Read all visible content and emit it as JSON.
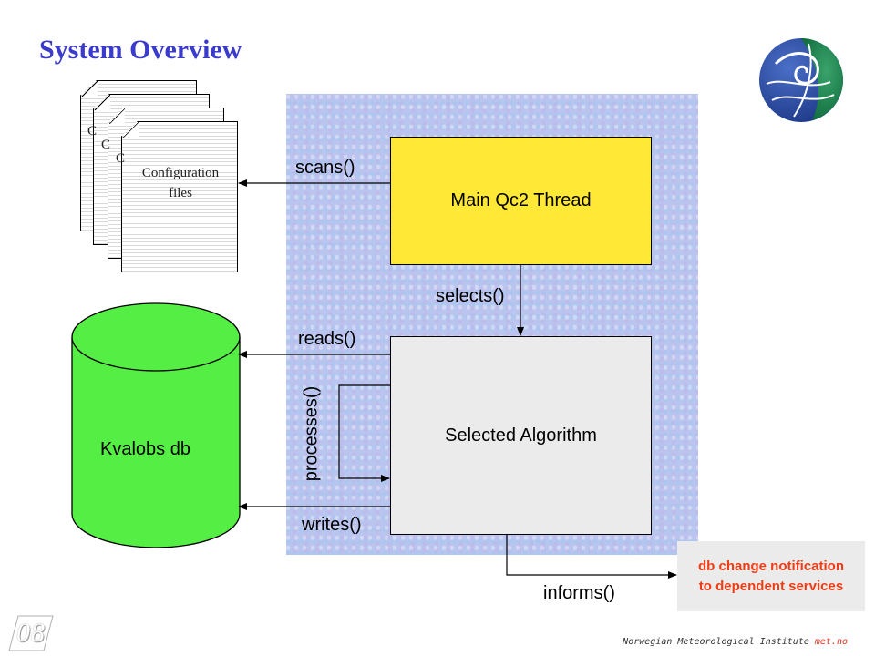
{
  "title": "System Overview",
  "config_files": {
    "label_line1": "Configuration",
    "label_line2": "files",
    "stack_count": 4,
    "peek_glyph": "C"
  },
  "database": {
    "label": "Kvalobs db",
    "color": "#55ee44"
  },
  "main_thread": {
    "label": "Main Qc2 Thread",
    "color": "#ffe936"
  },
  "algorithm": {
    "label": "Selected Algorithm",
    "color": "#ebebeb"
  },
  "edges": {
    "scans": "scans()",
    "selects": "selects()",
    "reads": "reads()",
    "processes": "processes()",
    "writes": "writes()",
    "informs": "informs()"
  },
  "notification": {
    "line1": "db change notification",
    "line2": "to dependent services",
    "color": "#f03c14"
  },
  "logo_icon": "met-no-globe-logo",
  "page_number": "08",
  "footer": {
    "institute": "Norwegian Meteorological Institute",
    "brand": "met.no"
  }
}
